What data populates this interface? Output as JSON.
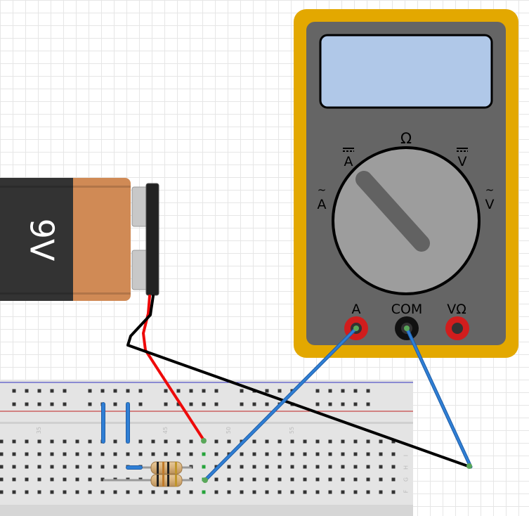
{
  "battery": {
    "label": "9V",
    "colors": {
      "body": "#333333",
      "copper": "#d08a55",
      "clip": "#222222",
      "terminal": "#c8c8c8"
    }
  },
  "multimeter": {
    "dial_labels": {
      "ohm": "Ω",
      "dc_amps": "A",
      "dc_volts": "V",
      "ac_amps": "A",
      "ac_volts": "V"
    },
    "port_labels": {
      "amps": "A",
      "com": "COM",
      "volt_ohm": "VΩ"
    },
    "colors": {
      "case": "#e3a800",
      "face": "#656565",
      "screen": "#b0c8e8",
      "dial": "#9d9d9d",
      "knob": "#626262",
      "port_red": "#d11d1d",
      "port_black": "#111111"
    }
  },
  "breadboard": {
    "column_labels": [
      "35",
      "45",
      "50",
      "55"
    ],
    "row_labels": [
      "J",
      "I",
      "H",
      "G",
      "F"
    ],
    "colors": {
      "board": "#e4e4e4",
      "hole": "#333333",
      "hole_connected": "#25a33a",
      "rail_blue": "#3030c0",
      "rail_red": "#c02020"
    }
  },
  "resistors": {
    "count": 2,
    "bands": [
      "#222222",
      "#c07a2a",
      "#222222",
      "#c0962a"
    ]
  },
  "wires": {
    "colors": {
      "red": "#ee0a0a",
      "black": "#000000",
      "blue": "#2f7fd5"
    }
  }
}
